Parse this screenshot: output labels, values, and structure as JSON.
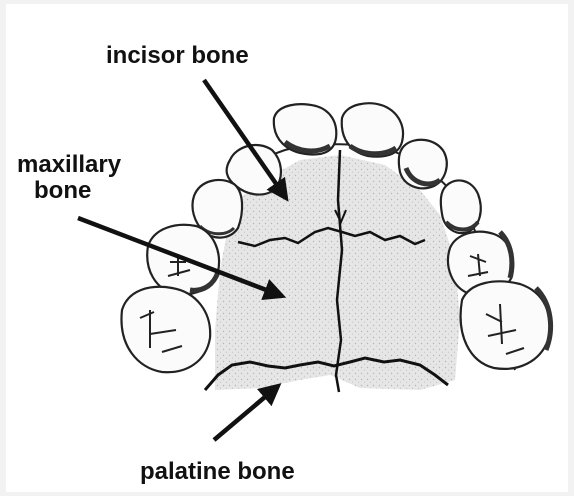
{
  "labels": {
    "incisor": "incisor bone",
    "maxillary_line1": "maxillary",
    "maxillary_line2": "bone",
    "palatine": "palatine bone"
  }
}
